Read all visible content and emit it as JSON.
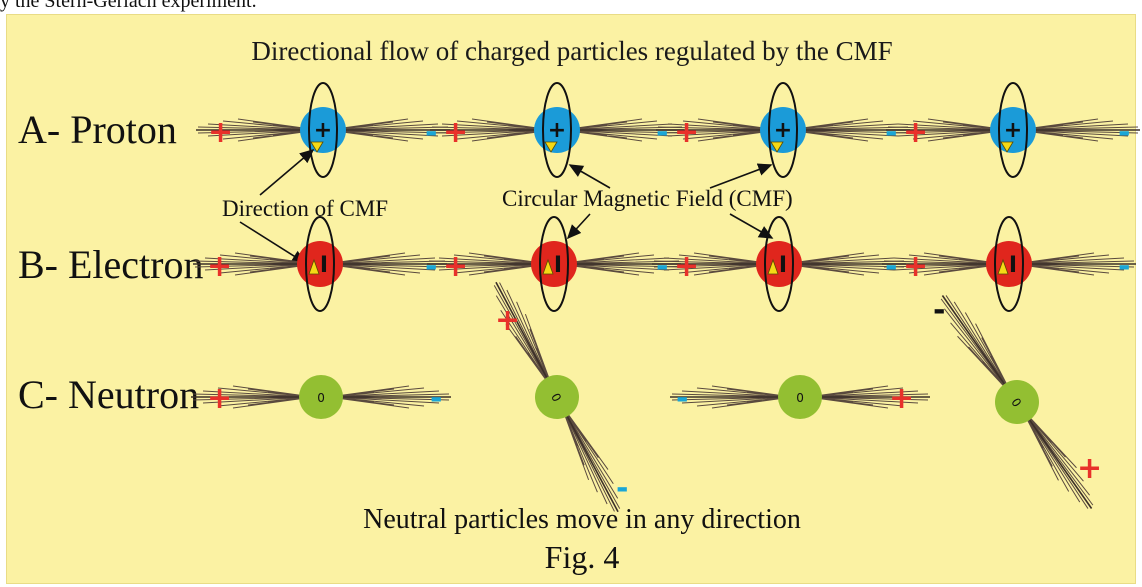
{
  "top_caption": "y the Stern-Gerlach experiment.",
  "title": "Directional flow of charged particles regulated by the CMF",
  "rows": [
    {
      "label": "A- Proton",
      "particle_symbol": "+",
      "color": "#1b9bd8"
    },
    {
      "label": "B- Electron",
      "particle_symbol": "I",
      "color": "#e0261d"
    },
    {
      "label": "C- Neutron",
      "particle_symbol": "0",
      "color": "#93bf32"
    }
  ],
  "annotations": {
    "direction_cmf": "Direction of CMF",
    "circular_field": "Circular Magnetic Field (CMF)"
  },
  "signs": {
    "plus": "+",
    "minus": "-"
  },
  "bottom_text": "Neutral particles move in any direction",
  "figure_label": "Fig. 4",
  "colors": {
    "background": "#fbf2a3",
    "plus": "#e8312a",
    "minus": "#1aa6d6",
    "cmf_arrow": "#f5d916"
  }
}
